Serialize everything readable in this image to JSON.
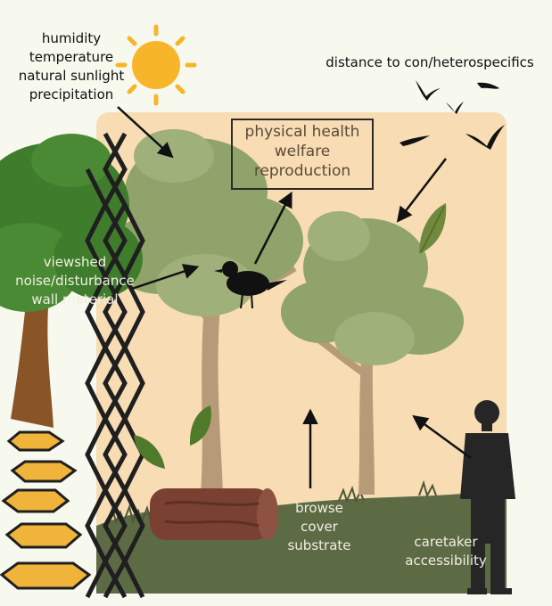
{
  "factors": {
    "climate": [
      "humidity",
      "temperature",
      "natural sunlight",
      "precipitation"
    ],
    "distance": "distance to con/heterospecifics",
    "outcomes": [
      "physical health",
      "welfare",
      "reproduction"
    ],
    "enclosure": [
      "viewshed",
      "noise/disturbance",
      "wall material"
    ],
    "ground": [
      "browse",
      "cover",
      "substrate"
    ],
    "human": [
      "caretaker",
      "accessibility"
    ]
  },
  "colors": {
    "enclosure_bg": "#f7dcb4",
    "foliage_light": "#8fa36b",
    "foliage_left_tree": "#3f7d2c",
    "trunk": "#b79a78",
    "ground": "#5d6b45",
    "sun": "#f7b62a",
    "fence": "#1f1f1f",
    "stepping_stones": "#f0b43a",
    "silhouettes": "#262626"
  },
  "icons": [
    "sun-icon",
    "bird-silhouette-icon",
    "flying-birds-icon",
    "leaf-icon",
    "person-silhouette-icon",
    "log-icon",
    "chain-fence-icon"
  ]
}
